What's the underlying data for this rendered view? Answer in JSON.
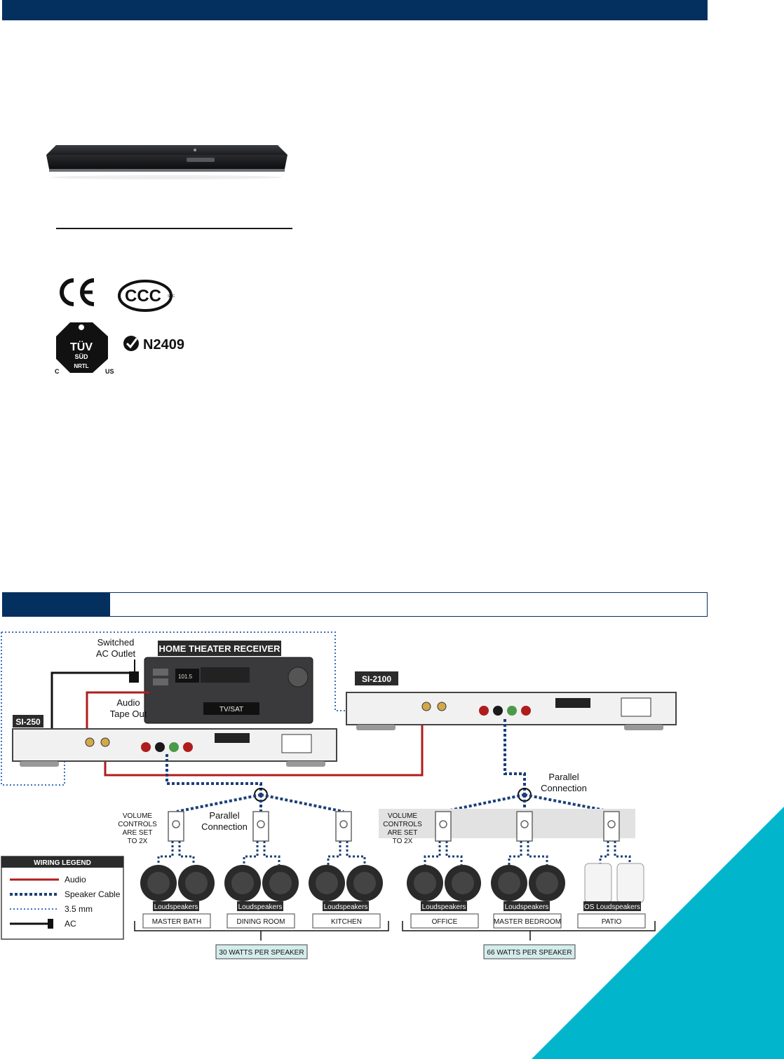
{
  "header": {
    "color": "#04305f"
  },
  "certifications": {
    "ce": "CE",
    "ccc": "CCC",
    "ccc_sub": "S&C",
    "tuv_main": "TÜV",
    "tuv_sub": "SÜD",
    "tuv_nrtl": "NRTL",
    "tuv_c": "C",
    "tuv_us": "US",
    "ctick": "N2409"
  },
  "diagram": {
    "switched_outlet": "Switched",
    "switched_outlet2": "AC Outlet",
    "receiver_title": "HOME THEATER RECEIVER",
    "receiver_freq": "101.5",
    "receiver_display": "TV/SAT",
    "audio_tape_out": "Audio",
    "audio_tape_out2": "Tape Out",
    "amp_left": "SI-250",
    "amp_right": "SI-2100",
    "parallel_left": "Parallel",
    "parallel_left2": "Connection",
    "parallel_right": "Parallel",
    "parallel_right2": "Connection",
    "vc_left": [
      "VOLUME",
      "CONTROLS",
      "ARE SET",
      "TO 2X"
    ],
    "vc_right": [
      "VOLUME",
      "CONTROLS",
      "ARE SET",
      "TO 2X"
    ],
    "legend": {
      "title": "WIRING LEGEND",
      "audio": "Audio",
      "speaker": "Speaker Cable",
      "mm": "3.5 mm",
      "ac": "AC",
      "colors": {
        "audio": "#b01c1c",
        "speaker": "#1c3f78",
        "mm": "#3e6ec0",
        "ac": "#000000"
      }
    },
    "zones": [
      {
        "tag": "Loudspeakers",
        "room": "MASTER BATH"
      },
      {
        "tag": "Loudspeakers",
        "room": "DINING ROOM"
      },
      {
        "tag": "Loudspeakers",
        "room": "KITCHEN"
      },
      {
        "tag": "Loudspeakers",
        "room": "OFFICE"
      },
      {
        "tag": "Loudspeakers",
        "room": "MASTER BEDROOM"
      },
      {
        "tag": "OS Loudspeakers",
        "room": "PATIO"
      }
    ],
    "watts_left": "30 WATTS PER SPEAKER",
    "watts_right": "66 WATTS PER SPEAKER"
  },
  "accent_color": "#00b5cc"
}
